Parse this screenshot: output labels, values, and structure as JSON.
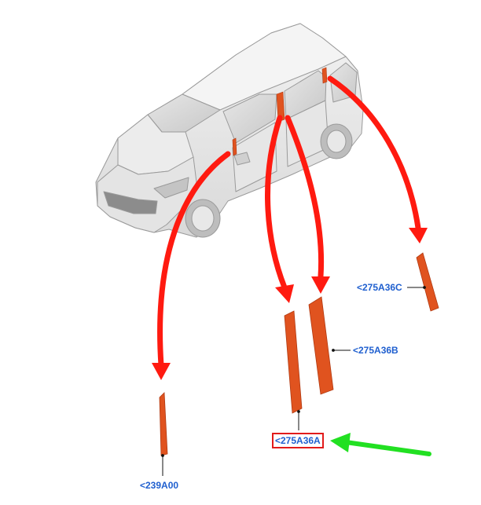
{
  "figure": {
    "vehicle": "car-isometric",
    "colors": {
      "arrow": "#ff1a10",
      "part_fill": "#e0531f",
      "label_text": "#1f5fcf",
      "highlight_box": "#e21b1b",
      "pointer_arrow": "#22e022"
    }
  },
  "parts": [
    {
      "id": "239a00",
      "label": "<239A00"
    },
    {
      "id": "275a36a",
      "label": "<275A36A",
      "highlighted": true
    },
    {
      "id": "275a36b",
      "label": "<275A36B"
    },
    {
      "id": "275a36c",
      "label": "<275A36C"
    }
  ]
}
